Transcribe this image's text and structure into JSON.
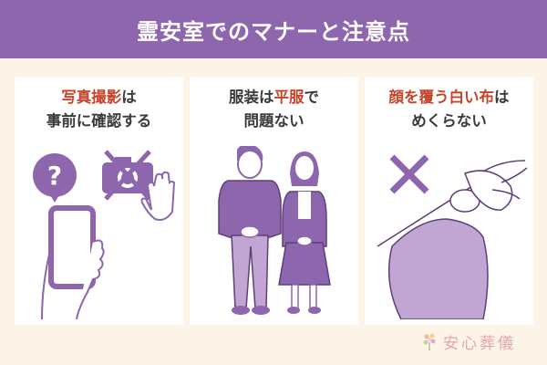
{
  "header": {
    "title": "霊安室でのマナーと注意点"
  },
  "panels": [
    {
      "title_line1_highlight": "写真撮影",
      "title_line1_rest": "は",
      "title_line2": "事前に確認する",
      "illustration": "smartphone-question-no-camera"
    },
    {
      "title_line1_pre": "服装は",
      "title_line1_highlight": "平服",
      "title_line1_post": "で",
      "title_line2": "問題ない",
      "illustration": "man-woman-casual-clothes"
    },
    {
      "title_line1_highlight": "顔を覆う白い布",
      "title_line1_rest": "は",
      "title_line2": "めくらない",
      "illustration": "no-lifting-face-cloth"
    }
  ],
  "brand": {
    "name": "安心葬儀",
    "icon": "flower-bouquet-icon"
  },
  "colors": {
    "header": "#8e66ad",
    "accent_text": "#c7442a",
    "illustration": "#8e66ad",
    "background": "#fdf4e8",
    "brand": "#e8a3a8"
  }
}
